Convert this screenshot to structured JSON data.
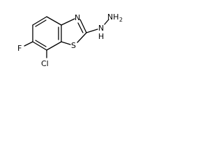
{
  "molecule": {
    "atoms": {
      "n_ring": "N",
      "s_ring": "S",
      "f": "F",
      "cl": "Cl",
      "nh": "N",
      "nh_h": "H",
      "nh2_n": "NH",
      "nh2_sub": "2"
    }
  }
}
